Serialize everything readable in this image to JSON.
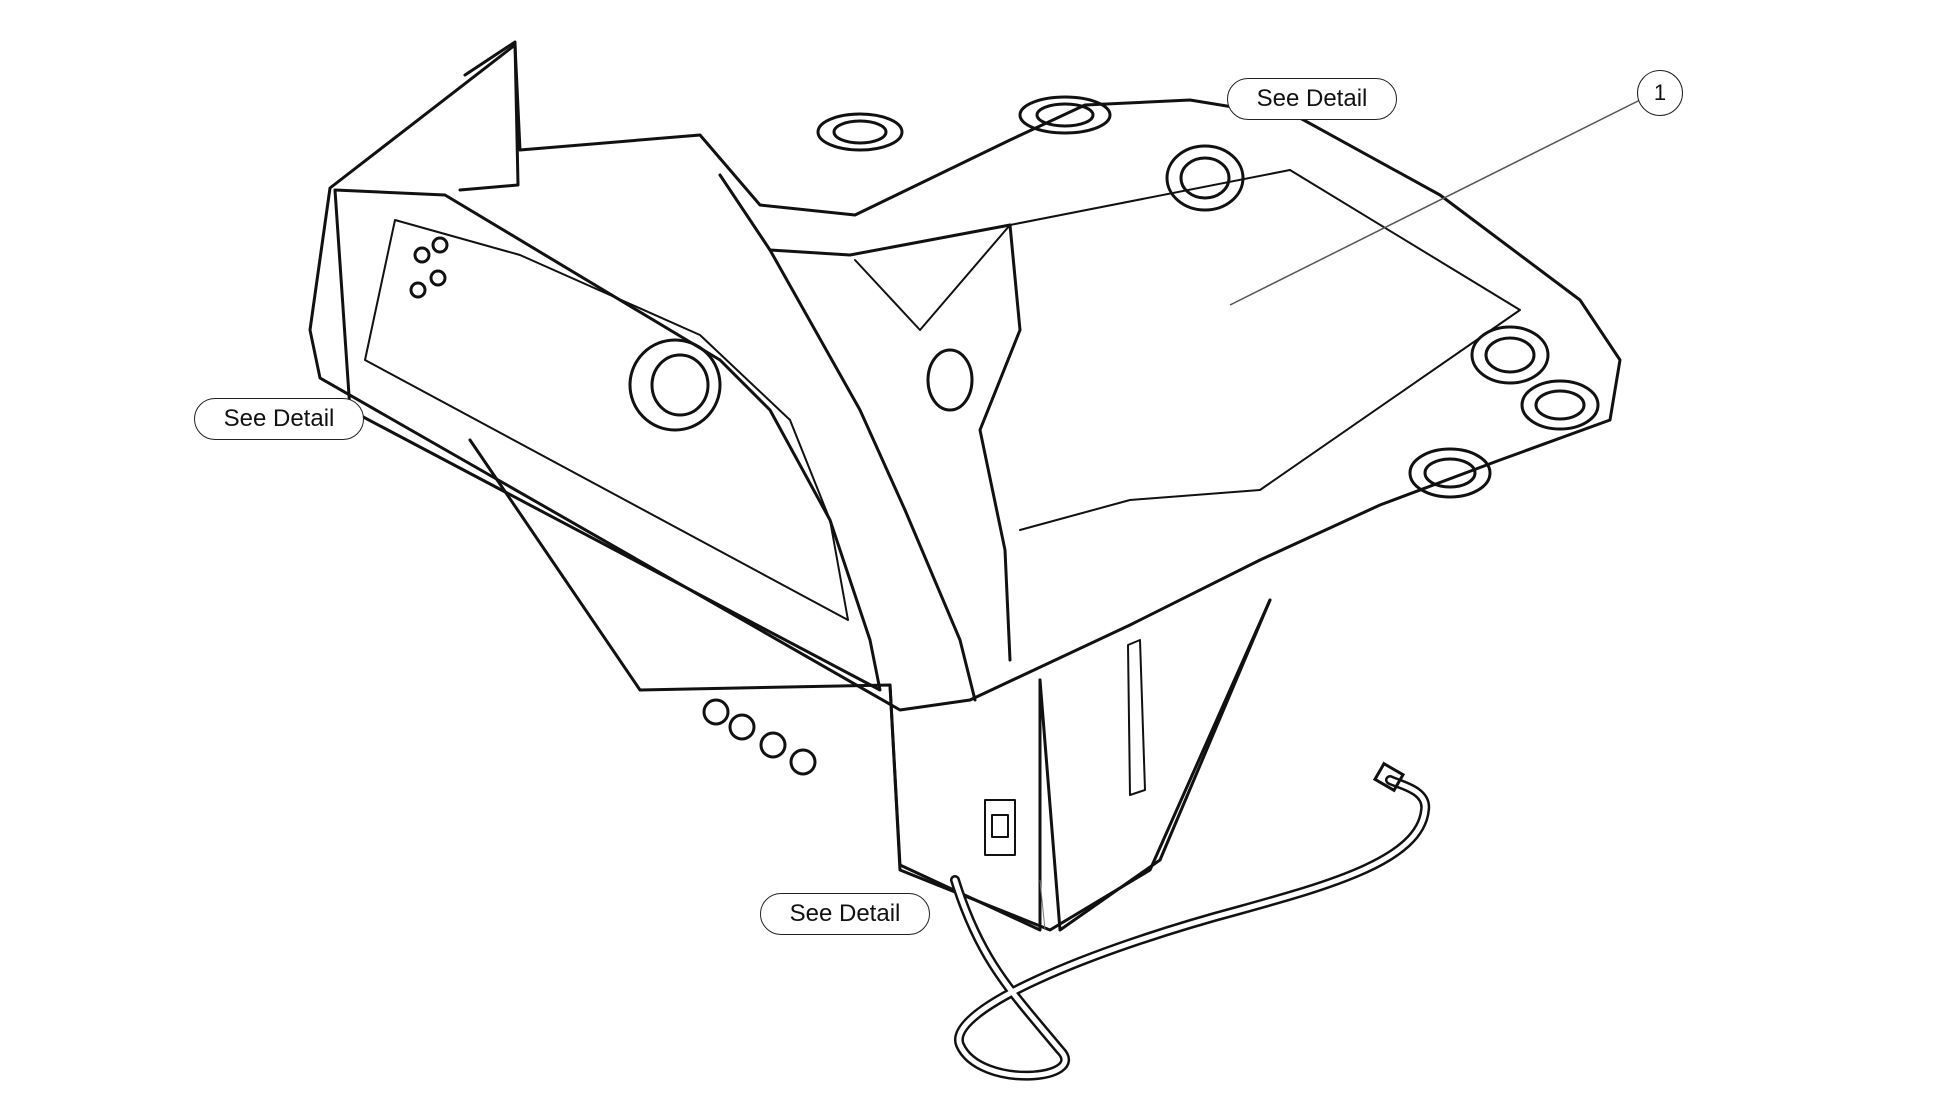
{
  "callouts": {
    "see_detail_top": "See Detail",
    "see_detail_left": "See Detail",
    "see_detail_bottom": "See Detail"
  },
  "balloons": {
    "item_1": "1"
  },
  "colors": {
    "line": "#111111",
    "background": "#ffffff"
  }
}
